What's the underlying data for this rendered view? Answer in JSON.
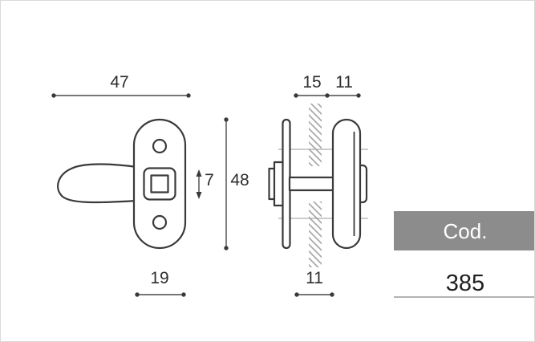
{
  "dimensions": {
    "overall_width": "47",
    "plate_height": "48",
    "square_hole": "7",
    "plate_width": "19",
    "side_offset": "15",
    "side_depth": "11",
    "wall_thickness": "11"
  },
  "code_panel": {
    "label": "Cod.",
    "value": "385"
  },
  "colors": {
    "line": "#3a3a3a",
    "dim_line": "#4a4a4a",
    "hatch": "#9b9b9b",
    "panel_bg": "#8c8c8c",
    "panel_text": "#ffffff",
    "code_text": "#1f1f1f"
  }
}
